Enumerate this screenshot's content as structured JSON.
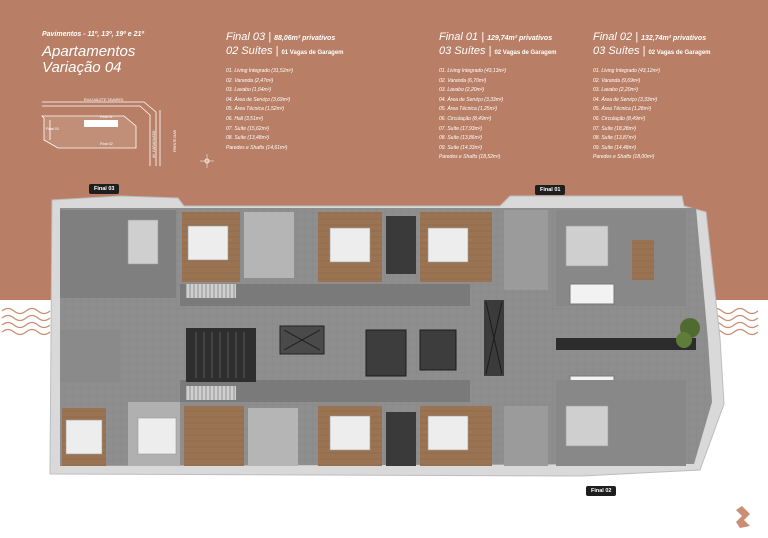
{
  "header": {
    "floors": "Pavimentos - 11º, 13º, 19º e 21º",
    "title_line1": "Apartamentos",
    "title_line2": "Variação 04"
  },
  "units": [
    {
      "name": "Final 03",
      "area": "88,06m² privativos",
      "suites": "02 Suítes",
      "garage": "01 Vagas de Garagem",
      "rooms": [
        "01. Living Integrado (31,52m²)",
        "02. Varanda (2,47m²)",
        "03. Lavabo (1,64m²)",
        "04. Área de Serviço (3,69m²)",
        "05. Área Técnica (1,52m²)",
        "06. Hall (3,51m²)",
        "07. Suíte (15,62m²)",
        "08. Suíte (13,48m²)",
        "Paredes e Shafts (14,61m²)"
      ]
    },
    {
      "name": "Final 01",
      "area": "129,74m² privativos",
      "suites": "03 Suítes",
      "garage": "02 Vagas de Garagem",
      "rooms": [
        "01. Living Integrado (43,13m²)",
        "02. Varanda (6,70m²)",
        "03. Lavabo (2,20m²)",
        "04. Área de Serviço (3,33m²)",
        "05. Área Técnica (1,25m²)",
        "06. Circulação (8,49m²)",
        "07. Suíte (17,93m²)",
        "08. Suíte (13,86m²)",
        "09. Suíte (14,33m²)",
        "Paredes e Shafts (18,52m²)"
      ]
    },
    {
      "name": "Final 02",
      "area": "132,74m² privativos",
      "suites": "03 Suítes",
      "garage": "02 Vagas de Garagem",
      "rooms": [
        "01. Living Integrado (43,12m²)",
        "02. Varanda (9,69m²)",
        "03. Lavabo (2,20m²)",
        "04. Área de Serviço (3,33m²)",
        "05. Área Técnica (1,28m²)",
        "06. Circulação (8,49m²)",
        "07. Suíte (18,28m²)",
        "08. Suíte (13,87m²)",
        "09. Suíte (14,48m²)",
        "Paredes e Shafts (18,00m²)"
      ]
    }
  ],
  "site_plan": {
    "street_top": "RUA DALETE TAVARES",
    "avenue": "AV. CARAGUATAÍ",
    "facade": "FRENTE MAR",
    "final_a": "Final 01",
    "final_b": "Final 03",
    "final_c": "Final 02"
  },
  "plan_tags": {
    "final_03": "Final 03",
    "final_01": "Final 01",
    "final_02": "Final 02"
  },
  "colors": {
    "terracotta": "#b97f66",
    "slab": "#8a8a8a",
    "wood": "#a07850",
    "dark": "#2b2b2b"
  }
}
